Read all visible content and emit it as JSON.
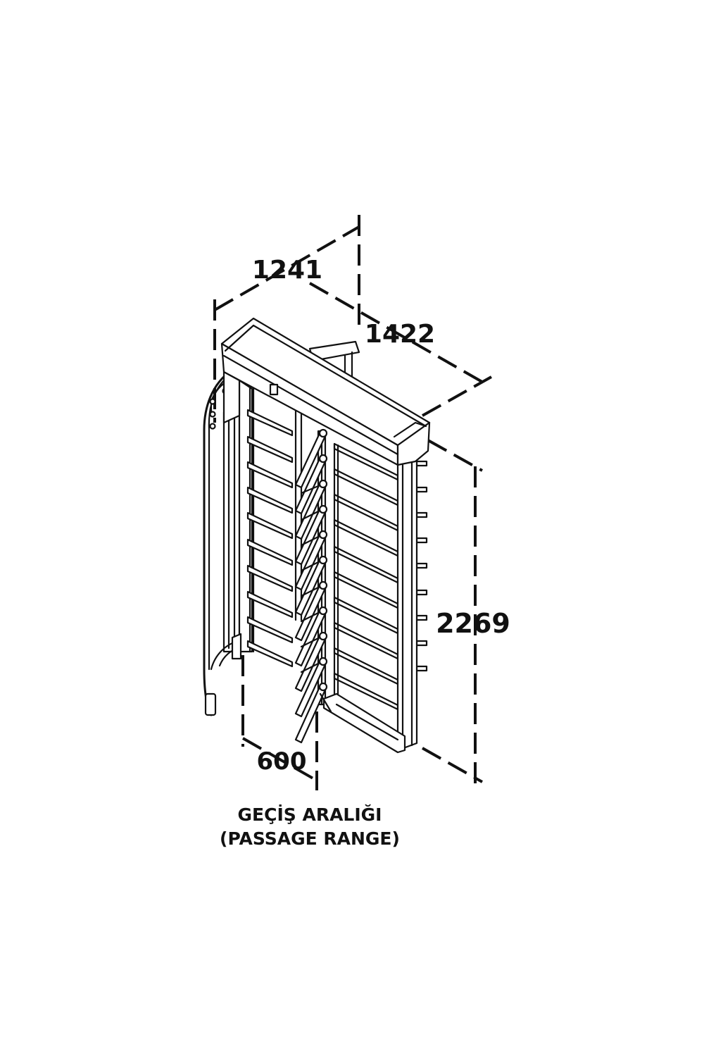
{
  "dimensions": {
    "width": "1241",
    "depth": "1422",
    "height": "2269",
    "passage": "600"
  },
  "caption": {
    "line1": "GEÇİŞ ARALIĞI",
    "line2": "(PASSAGE RANGE)"
  },
  "colors": {
    "line": "#111111",
    "fill": "#ffffff",
    "shade": "#e6e6e6"
  }
}
